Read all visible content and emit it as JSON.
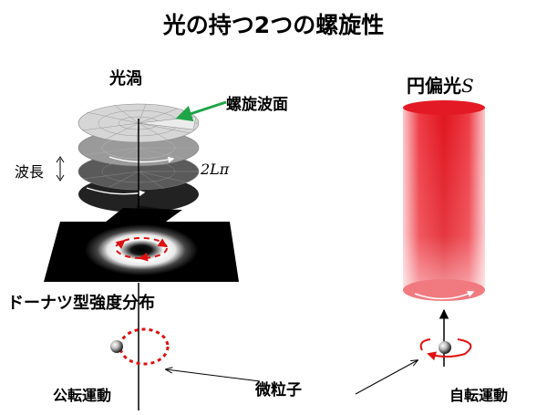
{
  "title": "光の持つ2つの螺旋性",
  "left": {
    "heading": "光渦",
    "wavefront_label": "螺旋波面",
    "wavelength_label": "波長",
    "phase_label": "2Lπ",
    "donut_label": "ドーナツ型強度分布",
    "revolution_label": "公転運動"
  },
  "right": {
    "heading": "円偏光",
    "heading_symbol": "S",
    "rotation_label": "自転運動"
  },
  "center": {
    "particle_label": "微粒子"
  },
  "colors": {
    "beam_red": "#e8141e",
    "arrow_green": "#1fa548",
    "motion_red": "#e01010"
  },
  "icons": [
    "double-arrow-icon",
    "green-arrow-icon",
    "particle-icon"
  ]
}
